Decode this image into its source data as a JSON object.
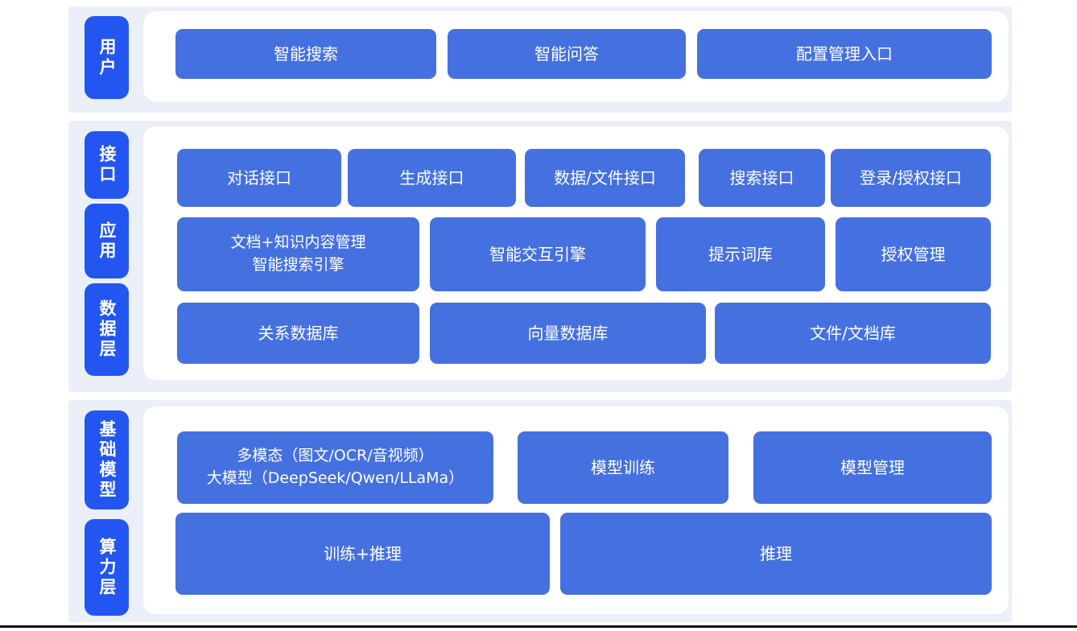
{
  "colors": {
    "box_blue": "#4570E0",
    "label_blue": "#2355F0",
    "panel_bg": "#EBF0F8",
    "container_bg": "#FFFFFF",
    "text_white": "#FFFFFF",
    "footer_line": "#111111"
  },
  "diagram": {
    "sections": [
      {
        "name": "user-layer",
        "labels": [
          "用户"
        ],
        "rows": [
          {
            "boxes": [
              {
                "label": "智能搜索"
              },
              {
                "label": "智能问答"
              },
              {
                "label": "配置管理入口"
              }
            ]
          }
        ]
      },
      {
        "name": "interface-application-data-layer",
        "labels": [
          "接口",
          "应用",
          "数据层"
        ],
        "rows": [
          {
            "boxes": [
              {
                "label": "对话接口"
              },
              {
                "label": "生成接口"
              },
              {
                "label": "数据/文件接口"
              },
              {
                "label": "搜索接口"
              },
              {
                "label": "登录/授权接口"
              }
            ]
          },
          {
            "boxes": [
              {
                "line1": "文档+知识内容管理",
                "line2": "智能搜索引擎"
              },
              {
                "label": "智能交互引擎"
              },
              {
                "label": "提示词库"
              },
              {
                "label": "授权管理"
              }
            ]
          },
          {
            "boxes": [
              {
                "label": "关系数据库"
              },
              {
                "label": "向量数据库"
              },
              {
                "label": "文件/文档库"
              }
            ]
          }
        ]
      },
      {
        "name": "base-model-compute-layer",
        "labels": [
          "基础模型",
          "算力层"
        ],
        "rows": [
          {
            "boxes": [
              {
                "line1": "多模态（图文/OCR/音视频）",
                "line2": "大模型（DeepSeek/Qwen/LLaMa）"
              },
              {
                "label": "模型训练"
              },
              {
                "label": "模型管理"
              }
            ]
          },
          {
            "boxes": [
              {
                "label": "训练+推理"
              },
              {
                "label": "推理"
              }
            ]
          }
        ]
      }
    ]
  }
}
